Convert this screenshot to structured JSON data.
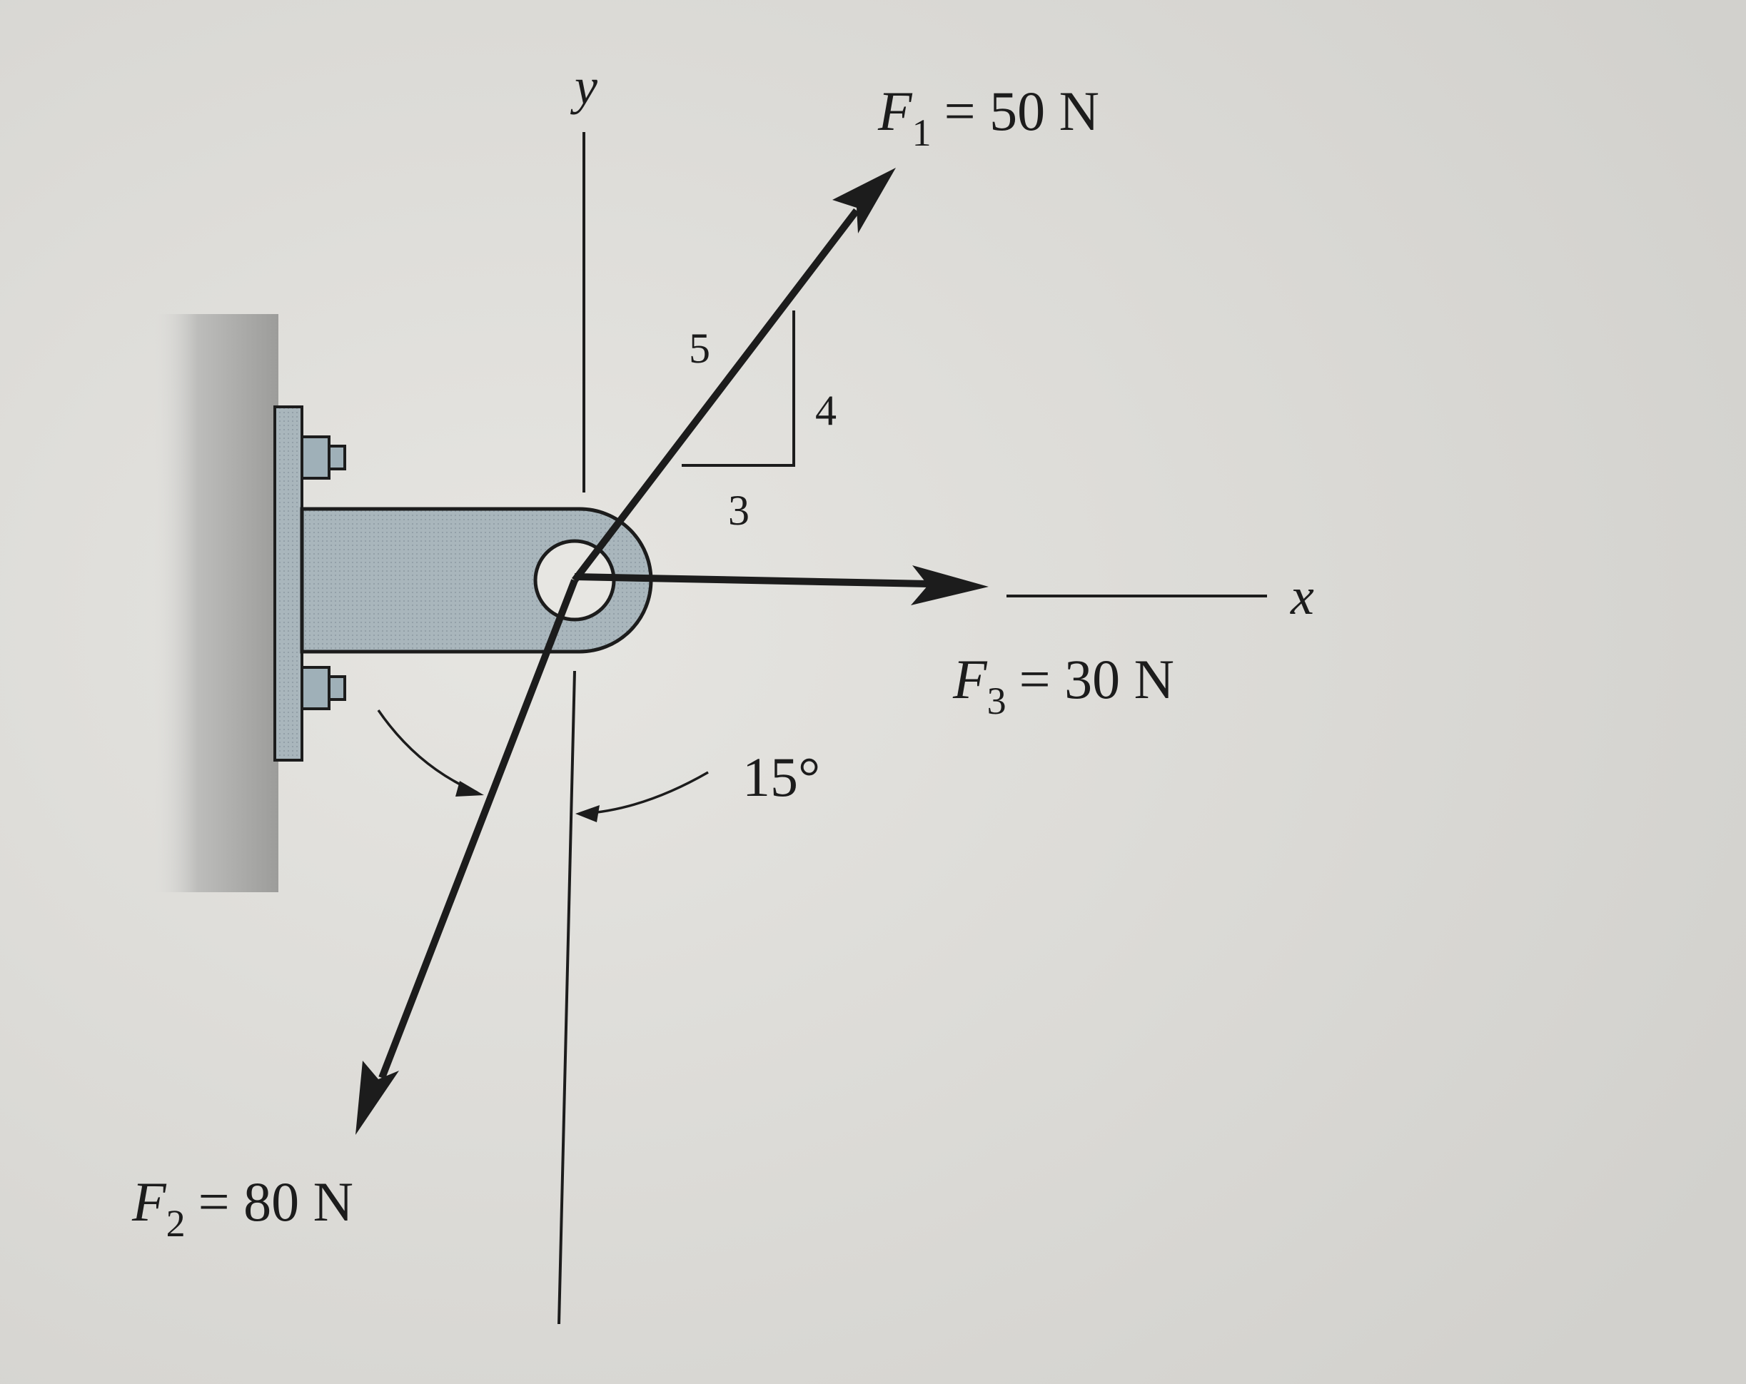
{
  "axes": {
    "x_label": "x",
    "y_label": "y"
  },
  "forces": {
    "f1": {
      "symbol": "F",
      "subscript": "1",
      "value": "= 50 N"
    },
    "f2": {
      "symbol": "F",
      "subscript": "2",
      "value": "= 80 N"
    },
    "f3": {
      "symbol": "F",
      "subscript": "3",
      "value": "= 30 N"
    }
  },
  "slope_triangle": {
    "hypotenuse": "5",
    "rise": "4",
    "run": "3"
  },
  "angle": {
    "label": "15°"
  },
  "colors": {
    "ink": "#1c1c1c",
    "paper": "#dddcd8",
    "bracket": "#9fb0b8",
    "wall": "#b9b9b6"
  }
}
